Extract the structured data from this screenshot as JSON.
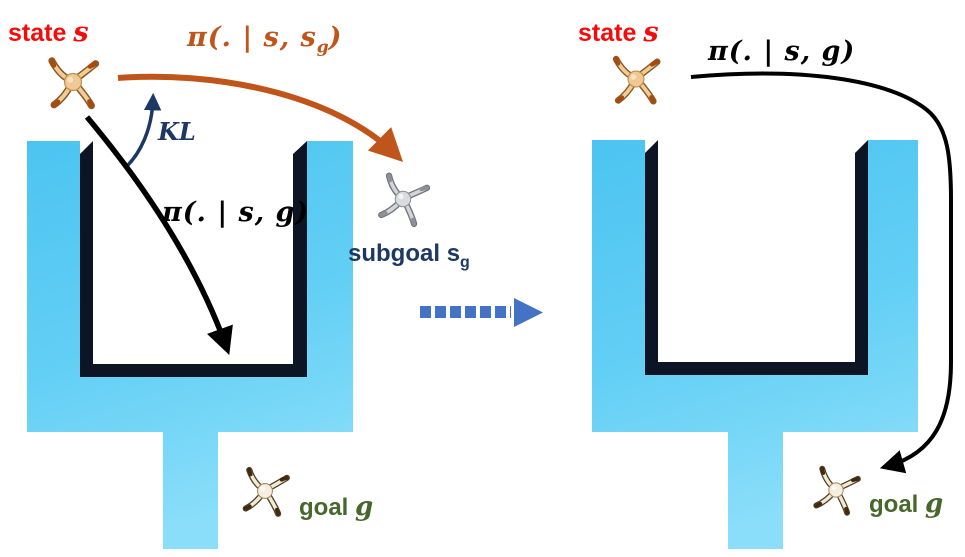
{
  "figure": {
    "description": "Two-panel maze diagram comparing a subgoal-conditioned policy with a goal-conditioned policy",
    "background": "#ffffff"
  },
  "colors": {
    "maze_blue_top": "#4cc4f1",
    "maze_blue_bottom": "#8adef9",
    "wall_black": "#0d1424",
    "state_red": "#f60a0a",
    "policy_orange": "#c0551b",
    "kl_navy": "#1e3864",
    "goal_green": "#47682c",
    "transition_blue": "#4472c4",
    "arrow_black": "#000000"
  },
  "left_panel": {
    "state_label": {
      "word": "state",
      "var": "s"
    },
    "policy_subgoal_label": {
      "body": "π(. | s, s",
      "sub": "g",
      "close": ")"
    },
    "kl_label": "KL",
    "policy_goal_label": "π(. | s, g)",
    "subgoal_label": {
      "word": "subgoal",
      "var": "s",
      "sub": "g"
    },
    "goal_label": {
      "word": "goal",
      "var": "g"
    },
    "icons": {
      "state_agent": "ant-robot-tan-icon",
      "subgoal_agent": "ant-robot-gray-icon",
      "goal_agent": "ant-robot-cream-icon"
    }
  },
  "transition": {
    "style": "dashed",
    "direction": "right",
    "color": "#4472c4"
  },
  "right_panel": {
    "state_label": {
      "word": "state",
      "var": "s"
    },
    "policy_goal_label": "π(. | s, g)",
    "goal_label": {
      "word": "goal",
      "var": "g"
    },
    "icons": {
      "state_agent": "ant-robot-tan-icon",
      "goal_agent": "ant-robot-cream-icon"
    }
  }
}
